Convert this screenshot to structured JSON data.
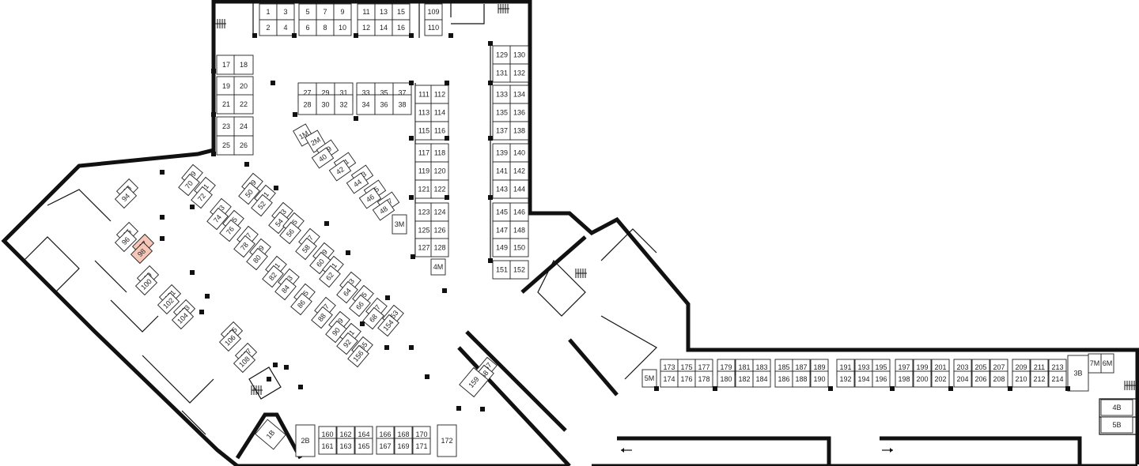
{
  "map": {
    "highlighted_spaces": [
      "97",
      "98"
    ],
    "colors": {
      "highlight": "#f6c7b8",
      "wall": "#111111",
      "background": "#ffffff"
    },
    "icons": [
      "stairs-icon",
      "arrow-icon"
    ],
    "spaces": [
      "1",
      "2",
      "3",
      "4",
      "5",
      "6",
      "7",
      "8",
      "9",
      "10",
      "11",
      "12",
      "13",
      "14",
      "15",
      "16",
      "109",
      "110",
      "17",
      "18",
      "19",
      "20",
      "21",
      "22",
      "23",
      "24",
      "25",
      "26",
      "27",
      "28",
      "29",
      "30",
      "31",
      "32",
      "33",
      "34",
      "35",
      "36",
      "37",
      "38",
      "111",
      "112",
      "113",
      "114",
      "115",
      "116",
      "117",
      "118",
      "119",
      "120",
      "121",
      "122",
      "123",
      "124",
      "125",
      "126",
      "127",
      "128",
      "129",
      "130",
      "131",
      "132",
      "133",
      "134",
      "135",
      "136",
      "137",
      "138",
      "139",
      "140",
      "141",
      "142",
      "143",
      "144",
      "145",
      "146",
      "147",
      "148",
      "149",
      "150",
      "151",
      "152",
      "1M",
      "2M",
      "3M",
      "4M",
      "5M",
      "6M",
      "7M",
      "39",
      "40",
      "41",
      "42",
      "43",
      "44",
      "45",
      "46",
      "47",
      "48",
      "49",
      "50",
      "51",
      "52",
      "53",
      "54",
      "55",
      "56",
      "57",
      "58",
      "59",
      "60",
      "61",
      "62",
      "63",
      "64",
      "65",
      "66",
      "67",
      "68",
      "69",
      "70",
      "71",
      "72",
      "73",
      "74",
      "75",
      "76",
      "77",
      "78",
      "79",
      "80",
      "81",
      "82",
      "83",
      "84",
      "85",
      "86",
      "87",
      "88",
      "89",
      "90",
      "91",
      "92",
      "93",
      "94",
      "95",
      "96",
      "97",
      "98",
      "99",
      "100",
      "101",
      "102",
      "103",
      "104",
      "105",
      "106",
      "107",
      "108",
      "153",
      "154",
      "155",
      "156",
      "157",
      "158",
      "159",
      "1B",
      "2B",
      "3B",
      "4B",
      "5B",
      "160",
      "161",
      "162",
      "163",
      "164",
      "165",
      "166",
      "167",
      "168",
      "169",
      "170",
      "171",
      "172",
      "173",
      "174",
      "175",
      "176",
      "177",
      "178",
      "179",
      "180",
      "181",
      "182",
      "183",
      "184",
      "185",
      "186",
      "187",
      "188",
      "189",
      "190",
      "191",
      "192",
      "193",
      "194",
      "195",
      "196",
      "197",
      "198",
      "199",
      "200",
      "201",
      "202",
      "203",
      "204",
      "205",
      "206",
      "207",
      "208",
      "209",
      "210",
      "211",
      "212",
      "213",
      "214"
    ]
  }
}
